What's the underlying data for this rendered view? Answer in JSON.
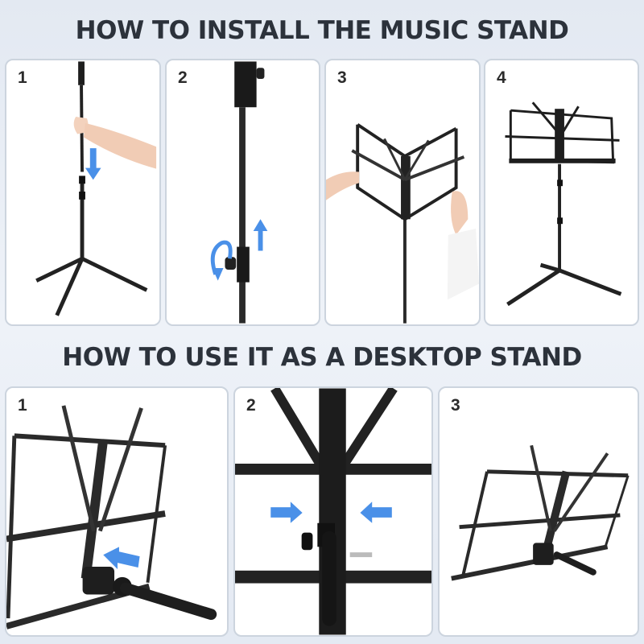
{
  "sections": [
    {
      "title": "HOW TO INSTALL THE MUSIC STAND",
      "steps": [
        {
          "number": "1",
          "description": "Insert upper tube into tripod base (arrow down)"
        },
        {
          "number": "2",
          "description": "Pull up tube and tighten knob (arrow up, rotate)"
        },
        {
          "number": "3",
          "description": "Unfold the sheet holder arms"
        },
        {
          "number": "4",
          "description": "Assembled music stand"
        }
      ]
    },
    {
      "title": "HOW TO USE IT AS A DESKTOP STAND",
      "steps": [
        {
          "number": "1",
          "description": "Attach short tube to hinge block (arrow)"
        },
        {
          "number": "2",
          "description": "Insert screw and knob (arrows)"
        },
        {
          "number": "3",
          "description": "Desktop stand assembled"
        }
      ]
    }
  ],
  "colors": {
    "heading": "#2c323b",
    "arrow": "#4a90e8",
    "metal": "#1e1e1e",
    "panel_border": "#ccd4de",
    "background": "#e6ecf4"
  }
}
